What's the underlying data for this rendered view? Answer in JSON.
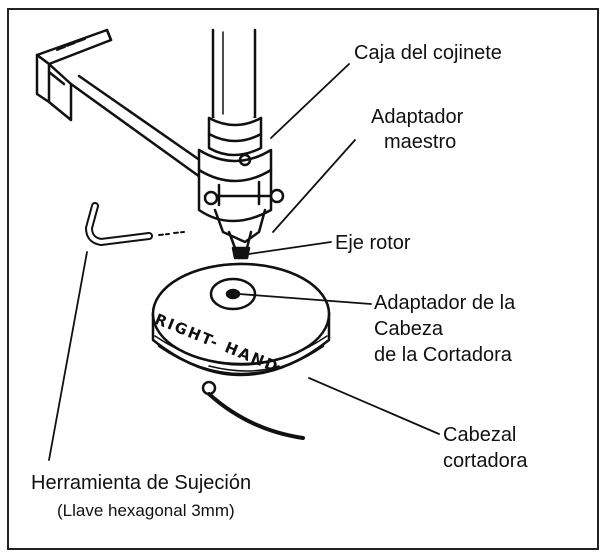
{
  "labels": {
    "bearing_housing": "Caja del cojinete",
    "master_adapter_line1": "Adaptador",
    "master_adapter_line2": "maestro",
    "rotor_shaft": "Eje rotor",
    "head_adapter_line1": "Adaptador de la",
    "head_adapter_line2": "Cabeza",
    "head_adapter_line3": "de la Cortadora",
    "cutter_head_line1": "Cabezal",
    "cutter_head_line2": "cortadora",
    "tool_line1": "Herramienta de Sujeción",
    "tool_line2": "(Llave hexagonal 3mm)"
  },
  "head_text": "RIGHT- HAND",
  "colors": {
    "ink": "#111111",
    "border": "#222222",
    "background": "#ffffff"
  }
}
